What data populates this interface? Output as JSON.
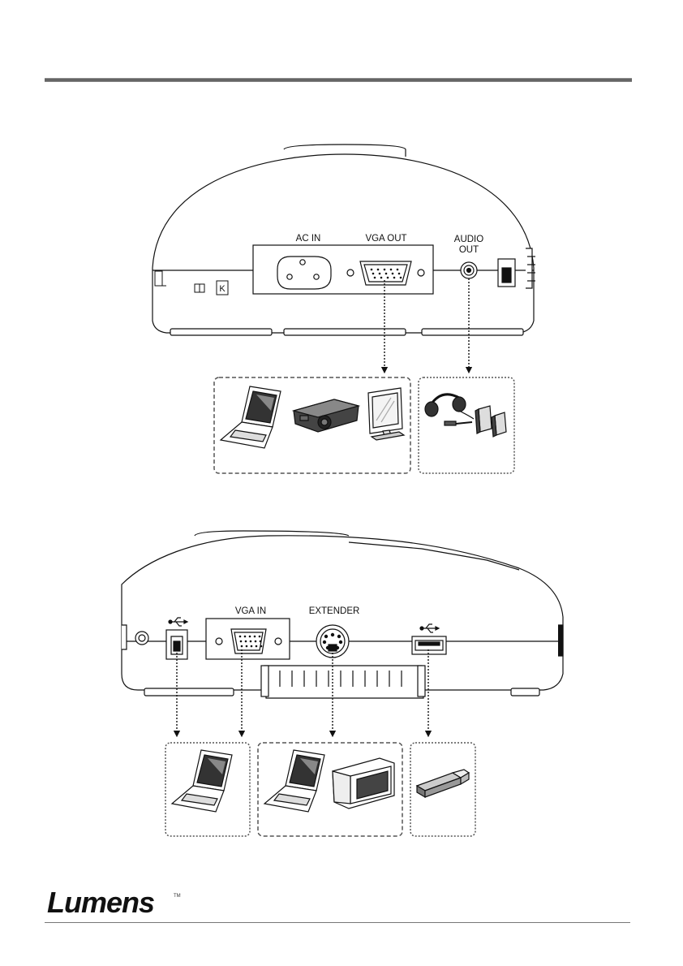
{
  "top_panel": {
    "ports": {
      "ac_in": "AC IN",
      "vga_out": "VGA OUT",
      "audio_out_line1": "AUDIO",
      "audio_out_line2": "OUT"
    }
  },
  "bottom_panel": {
    "ports": {
      "vga_in": "VGA IN",
      "extender": "EXTENDER"
    }
  },
  "footer": {
    "logo": "Lumens",
    "trademark": "TM"
  }
}
